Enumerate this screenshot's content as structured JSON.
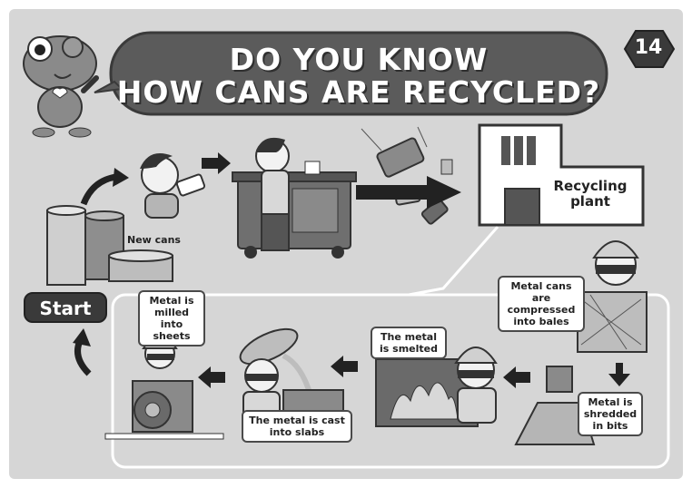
{
  "title": {
    "line1": "DO YOU KNOW",
    "line2": "HOW CANS ARE RECYCLED?"
  },
  "page_number": "14",
  "start_label": "Start",
  "plant_label": "Recycling plant",
  "new_cans_label": "New cans",
  "steps": {
    "compressed": "Metal cans are compressed into bales",
    "shredded": "Metal is shredded in bits",
    "smelted": "The metal is smelted",
    "cast": "The metal is cast into slabs",
    "milled": "Metal is milled into sheets"
  },
  "colors": {
    "background": "#d6d6d6",
    "banner": "#5b5b5b",
    "dark": "#3a3a3a"
  }
}
